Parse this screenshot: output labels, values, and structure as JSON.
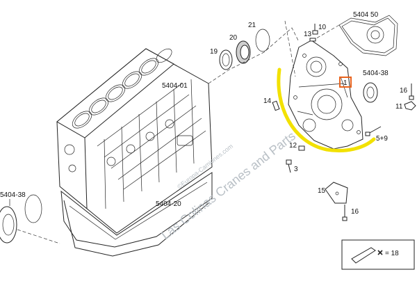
{
  "labels": {
    "block": "5404-01",
    "oilpan": "5404-20",
    "rear_seal_left": "5404-38",
    "rear_seal_right": "5404-38",
    "gasket_top": "5404 50",
    "p10": "10",
    "p13": "13",
    "p19": "19",
    "p20": "20",
    "p21": "21",
    "p1": "1",
    "p16a": "16",
    "p11": "11",
    "p14": "14",
    "p12": "12",
    "p3": "3",
    "p5_9": "5+9",
    "p15": "15",
    "p16b": "16",
    "p18": "= 18"
  },
  "watermark": {
    "main": "Las Colinas Cranes and Parts",
    "sub": "©Europa-Camiones.com"
  },
  "colors": {
    "highlight_arc": "#f2e100",
    "highlight_box": "#e8621c",
    "watermark": "#b9c0c6"
  }
}
